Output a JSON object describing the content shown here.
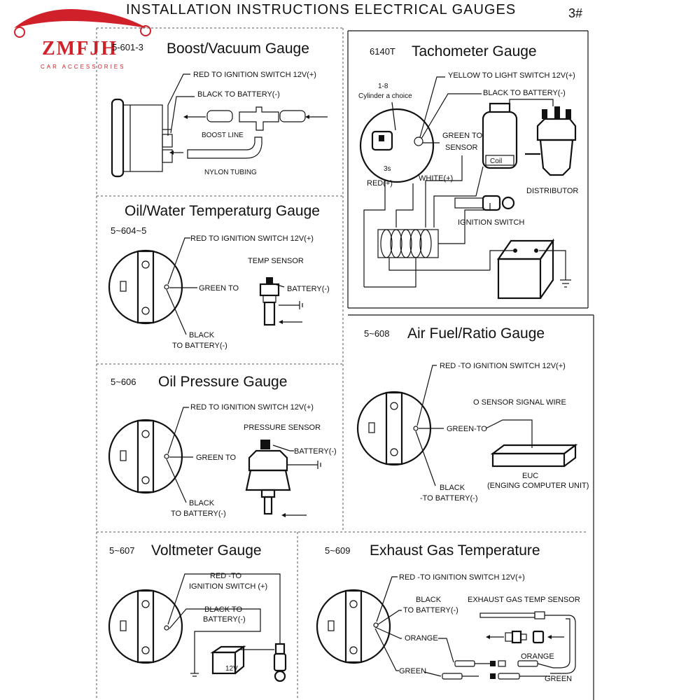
{
  "header": {
    "title": "INSTALLATION INSTRUCTIONS ELECTRICAL GAUGES",
    "page_no": "3#"
  },
  "logo": {
    "brand": "ZMFJH",
    "tagline": "CAR ACCESSORIES"
  },
  "boost": {
    "code": "5-601-3",
    "title": "Boost/Vacuum Gauge",
    "red": "RED TO IGNITION SWITCH 12V(+)",
    "black": "BLACK TO BATTERY(-)",
    "boost_line": "BOOST LINE",
    "nylon": "NYLON TUBING"
  },
  "tach": {
    "code": "6140T",
    "title": "Tachometer Gauge",
    "cyl1": "1-8",
    "cyl2": "Cylinder a choice",
    "yellow": "YELLOW TO LIGHT SWITCH 12V(+)",
    "black": "BLACK TO BATTERY(-)",
    "green1": "GREEN TO",
    "green2": "SENSOR",
    "coil": "Coil",
    "red": "RED(+)",
    "white": "WHITE(+)",
    "distributor": "DISTRIBUTOR",
    "ignition": "IGNITION SWITCH",
    "dial_mark": "3s"
  },
  "temp": {
    "code": "5~604~5",
    "title": "Oil/Water Temperaturg Gauge",
    "red": "RED TO IGNITION SWITCH 12V(+)",
    "sensor": "TEMP SENSOR",
    "green": "GREEN TO",
    "battery": "BATTERY(-)",
    "black1": "BLACK",
    "black2": "TO BATTERY(-)"
  },
  "afr": {
    "code": "5~608",
    "title": "Air Fuel/Ratio Gauge",
    "red": "RED -TO IGNITION SWITCH 12V(+)",
    "signal": "O SENSOR SIGNAL WIRE",
    "green": "GREEN-TO",
    "euc1": "EUC",
    "euc2": "(ENGING COMPUTER UNIT)",
    "black1": "BLACK",
    "black2": "-TO BATTERY(-)"
  },
  "oil": {
    "code": "5~606",
    "title": "Oil Pressure Gauge",
    "red": "RED TO IGNITION SWITCH 12V(+)",
    "sensor": "PRESSURE SENSOR",
    "green": "GREEN TO",
    "battery": "BATTERY(-)",
    "black1": "BLACK",
    "black2": "TO BATTERY(-)"
  },
  "volt": {
    "code": "5~607",
    "title": "Voltmeter Gauge",
    "red1": "RED -TO",
    "red2": "IGNITION SWITCH (+)",
    "black1": "BLACK TO",
    "black2": "BATTERY(-)",
    "battery_label": "12V"
  },
  "egt": {
    "code": "5~609",
    "title": "Exhaust Gas Temperature",
    "red": "RED -TO IGNITION SWITCH 12V(+)",
    "black1": "BLACK",
    "black2": "TO BATTERY(-)",
    "sensor": "EXHAUST GAS TEMP SENSOR",
    "orange": "ORANGE",
    "orange2": "ORANGE",
    "green": "GREEN",
    "green2": "GREEN"
  }
}
